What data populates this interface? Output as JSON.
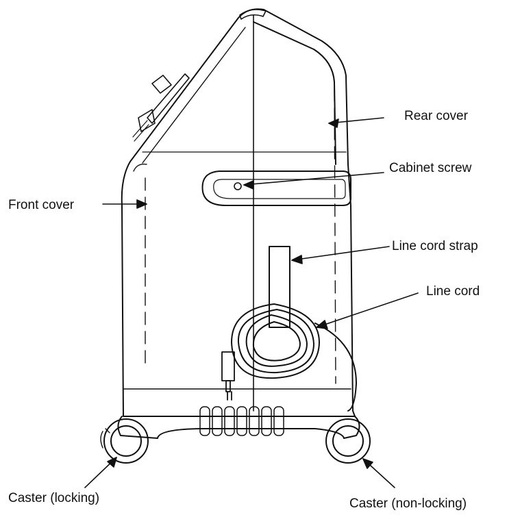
{
  "labels": {
    "rear_cover": "Rear cover",
    "cabinet_screw": "Cabinet screw",
    "front_cover": "Front cover",
    "line_cord_strap": "Line cord strap",
    "line_cord": "Line cord",
    "caster_locking": "Caster (locking)",
    "caster_non_locking": "Caster (non-locking)"
  },
  "colors": {
    "ink": "#111111",
    "paper": "#ffffff"
  }
}
